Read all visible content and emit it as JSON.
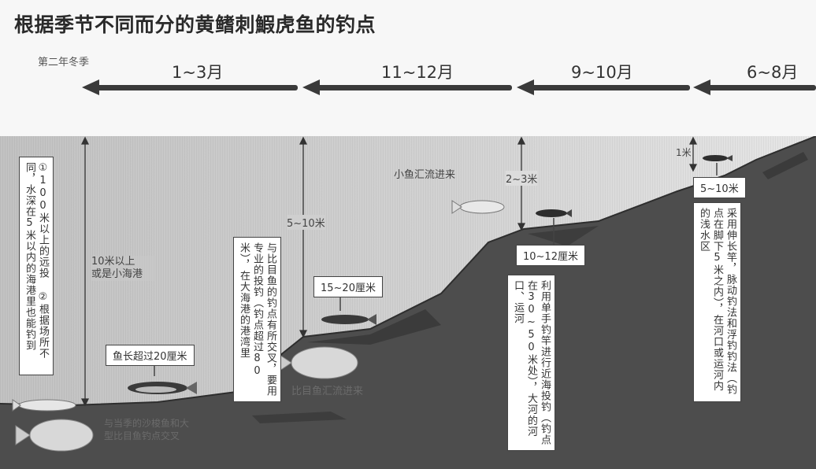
{
  "header": {
    "title": "根据季节不同而分的黄鳍刺鰕虎鱼的钓点",
    "season_note": "第二年冬季"
  },
  "timeline": {
    "direction": "right-to-left",
    "periods": [
      {
        "label": "6~8月"
      },
      {
        "label": "9~10月"
      },
      {
        "label": "11~12月"
      },
      {
        "label": "1~3月"
      }
    ]
  },
  "zones": {
    "summer": {
      "depth_marker": "1米",
      "spot_tag": "5~10米",
      "description": "采用伸长竿，脉动钓法和浮钓钓法（钓点在脚下5米之内），在河口或运河内的浅水区"
    },
    "autumn": {
      "depth_marker": "2~3米",
      "fish_size_tag": "10~12厘米",
      "note_small_fish": "小鱼汇流进来",
      "description": "利用单手钓竿进行近海投钓（钓点在30~50米处），大河的河口、运河"
    },
    "early_winter": {
      "depth_marker": "5~10米",
      "fish_size_tag": "15~20厘米",
      "note_flatfish": "比目鱼汇流进来",
      "description": "与比目鱼的钓点有所交叉，要用专业的投钓（钓点超过80米），在大海港的港湾里"
    },
    "winter": {
      "depth_marker": "10米以上\n或是小海港",
      "fish_size_tag": "鱼长超过20厘米",
      "note_overlap": "与当季的沙梭鱼和大型比目鱼钓点交叉",
      "description_1": "①100米以上的远投",
      "description_2": "②根据场所不同，水深在5米以内的海港里也能钓到"
    }
  },
  "colors": {
    "seabed": "#4d4d4d",
    "water_left": "#c4c4c4",
    "water_right": "#e4e4e4",
    "arrow": "#3a3a3a"
  }
}
